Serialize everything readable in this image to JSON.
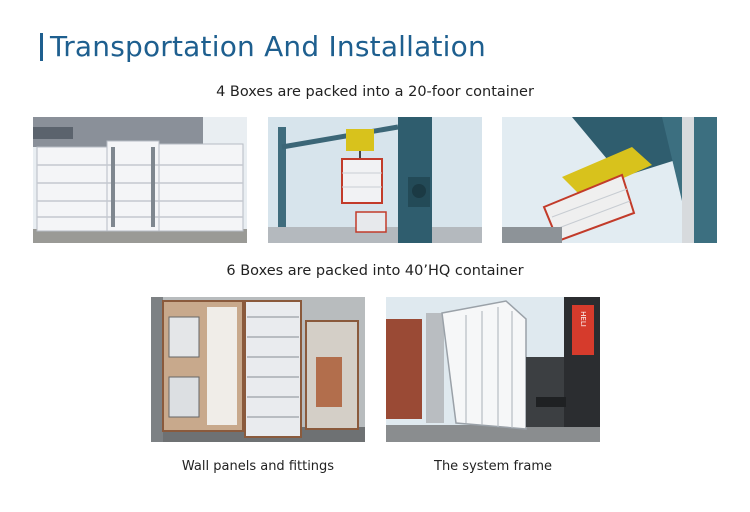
{
  "header": {
    "title": "Transportation And Installation"
  },
  "section1": {
    "caption": "4 Boxes are packed into a 20-foor container",
    "photos": [
      {
        "icon": "stacked-container-boxes-photo"
      },
      {
        "icon": "crane-lifting-box-photo"
      },
      {
        "icon": "crane-lifting-box-closeup-photo"
      }
    ]
  },
  "section2": {
    "caption": "6 Boxes are packed into 40’HQ container",
    "photos": [
      {
        "icon": "wall-panels-packed-photo",
        "label": "Wall panels and fittings"
      },
      {
        "icon": "system-frame-forklift-photo",
        "label": "The system frame",
        "sign_text": "HELI"
      }
    ]
  }
}
